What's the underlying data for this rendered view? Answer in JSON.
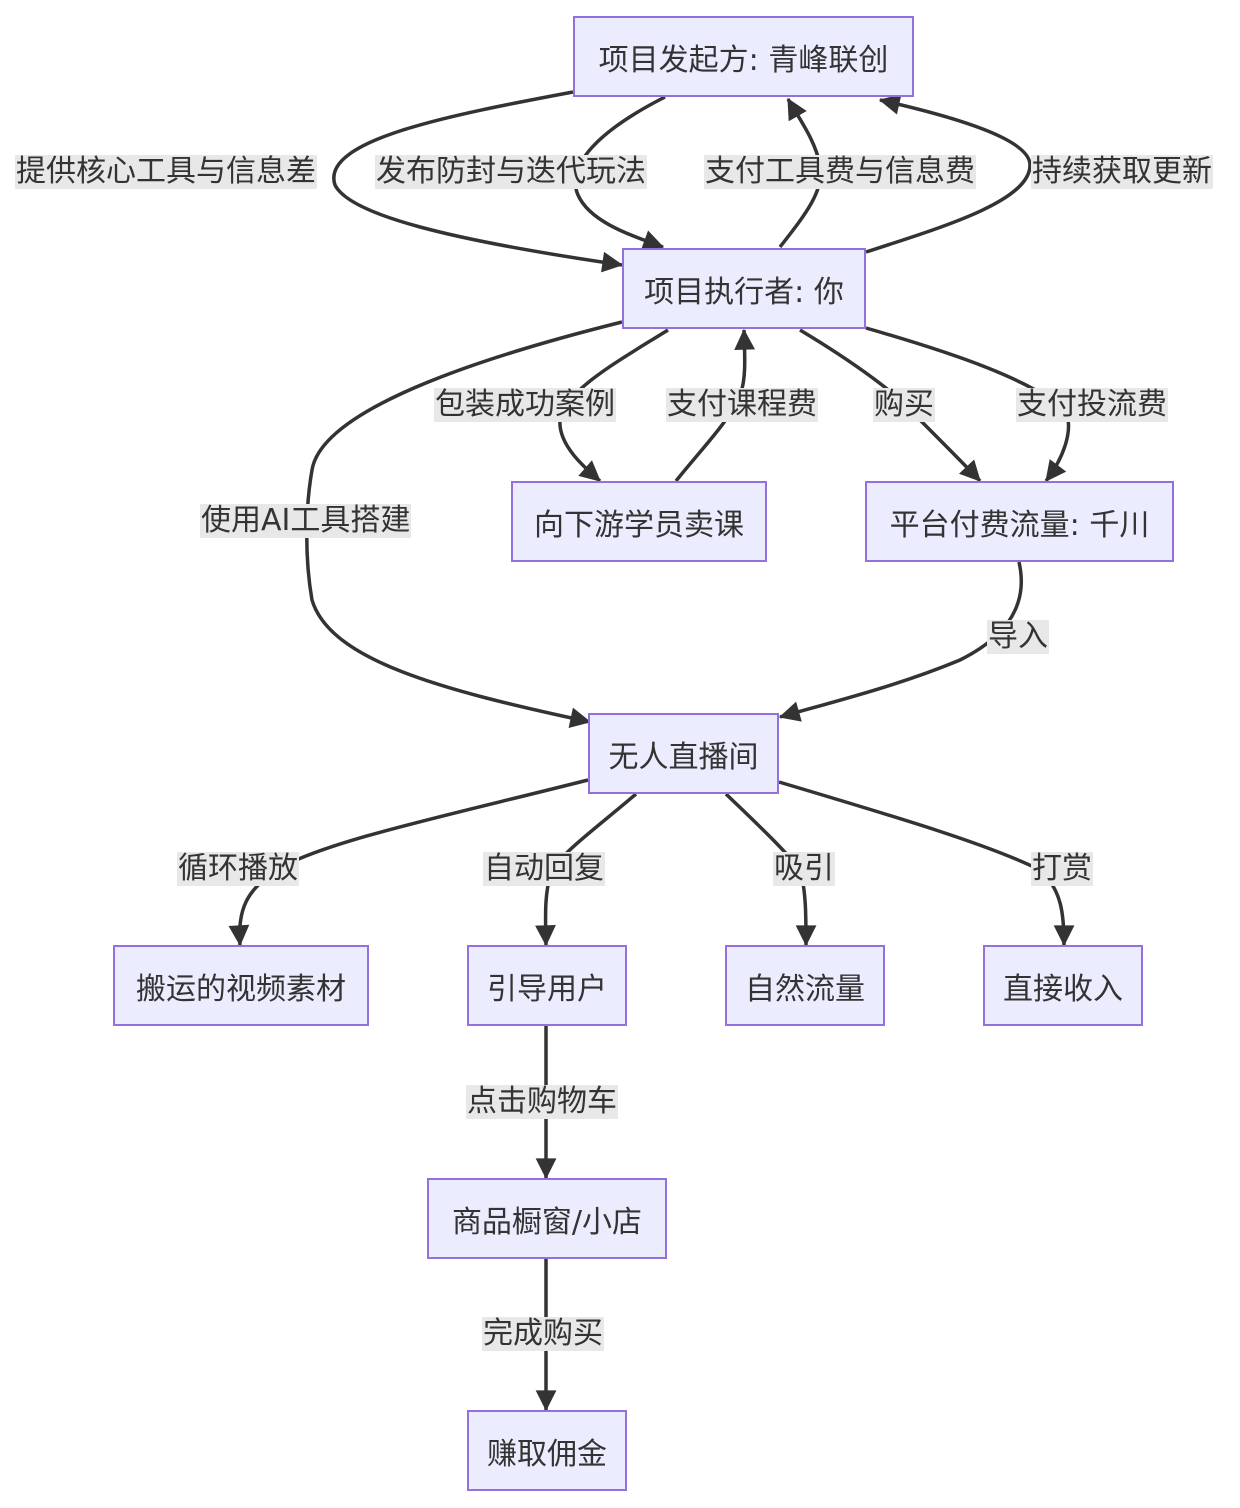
{
  "nodes": {
    "sponsor": "项目发起方: 青峰联创",
    "executor": "项目执行者: 你",
    "course": "向下游学员卖课",
    "paid": "平台付费流量: 千川",
    "live": "无人直播间",
    "material": "搬运的视频素材",
    "guide": "引导用户",
    "natural": "自然流量",
    "income": "直接收入",
    "shop": "商品橱窗/小店",
    "commission": "赚取佣金"
  },
  "edges": {
    "e1": "提供核心工具与信息差",
    "e2": "发布防封与迭代玩法",
    "e3": "支付工具费与信息费",
    "e4": "持续获取更新",
    "e5": "包装成功案例",
    "e6": "支付课程费",
    "e7": "购买",
    "e8": "支付投流费",
    "e9": "使用AI工具搭建",
    "e10": "导入",
    "e11": "循环播放",
    "e12": "自动回复",
    "e13": "吸引",
    "e14": "打赏",
    "e15": "点击购物车",
    "e16": "完成购买"
  },
  "colors": {
    "node_fill": "#ececff",
    "node_border": "#9370db",
    "edge": "#333333",
    "label_bg": "#e8e8e8"
  }
}
